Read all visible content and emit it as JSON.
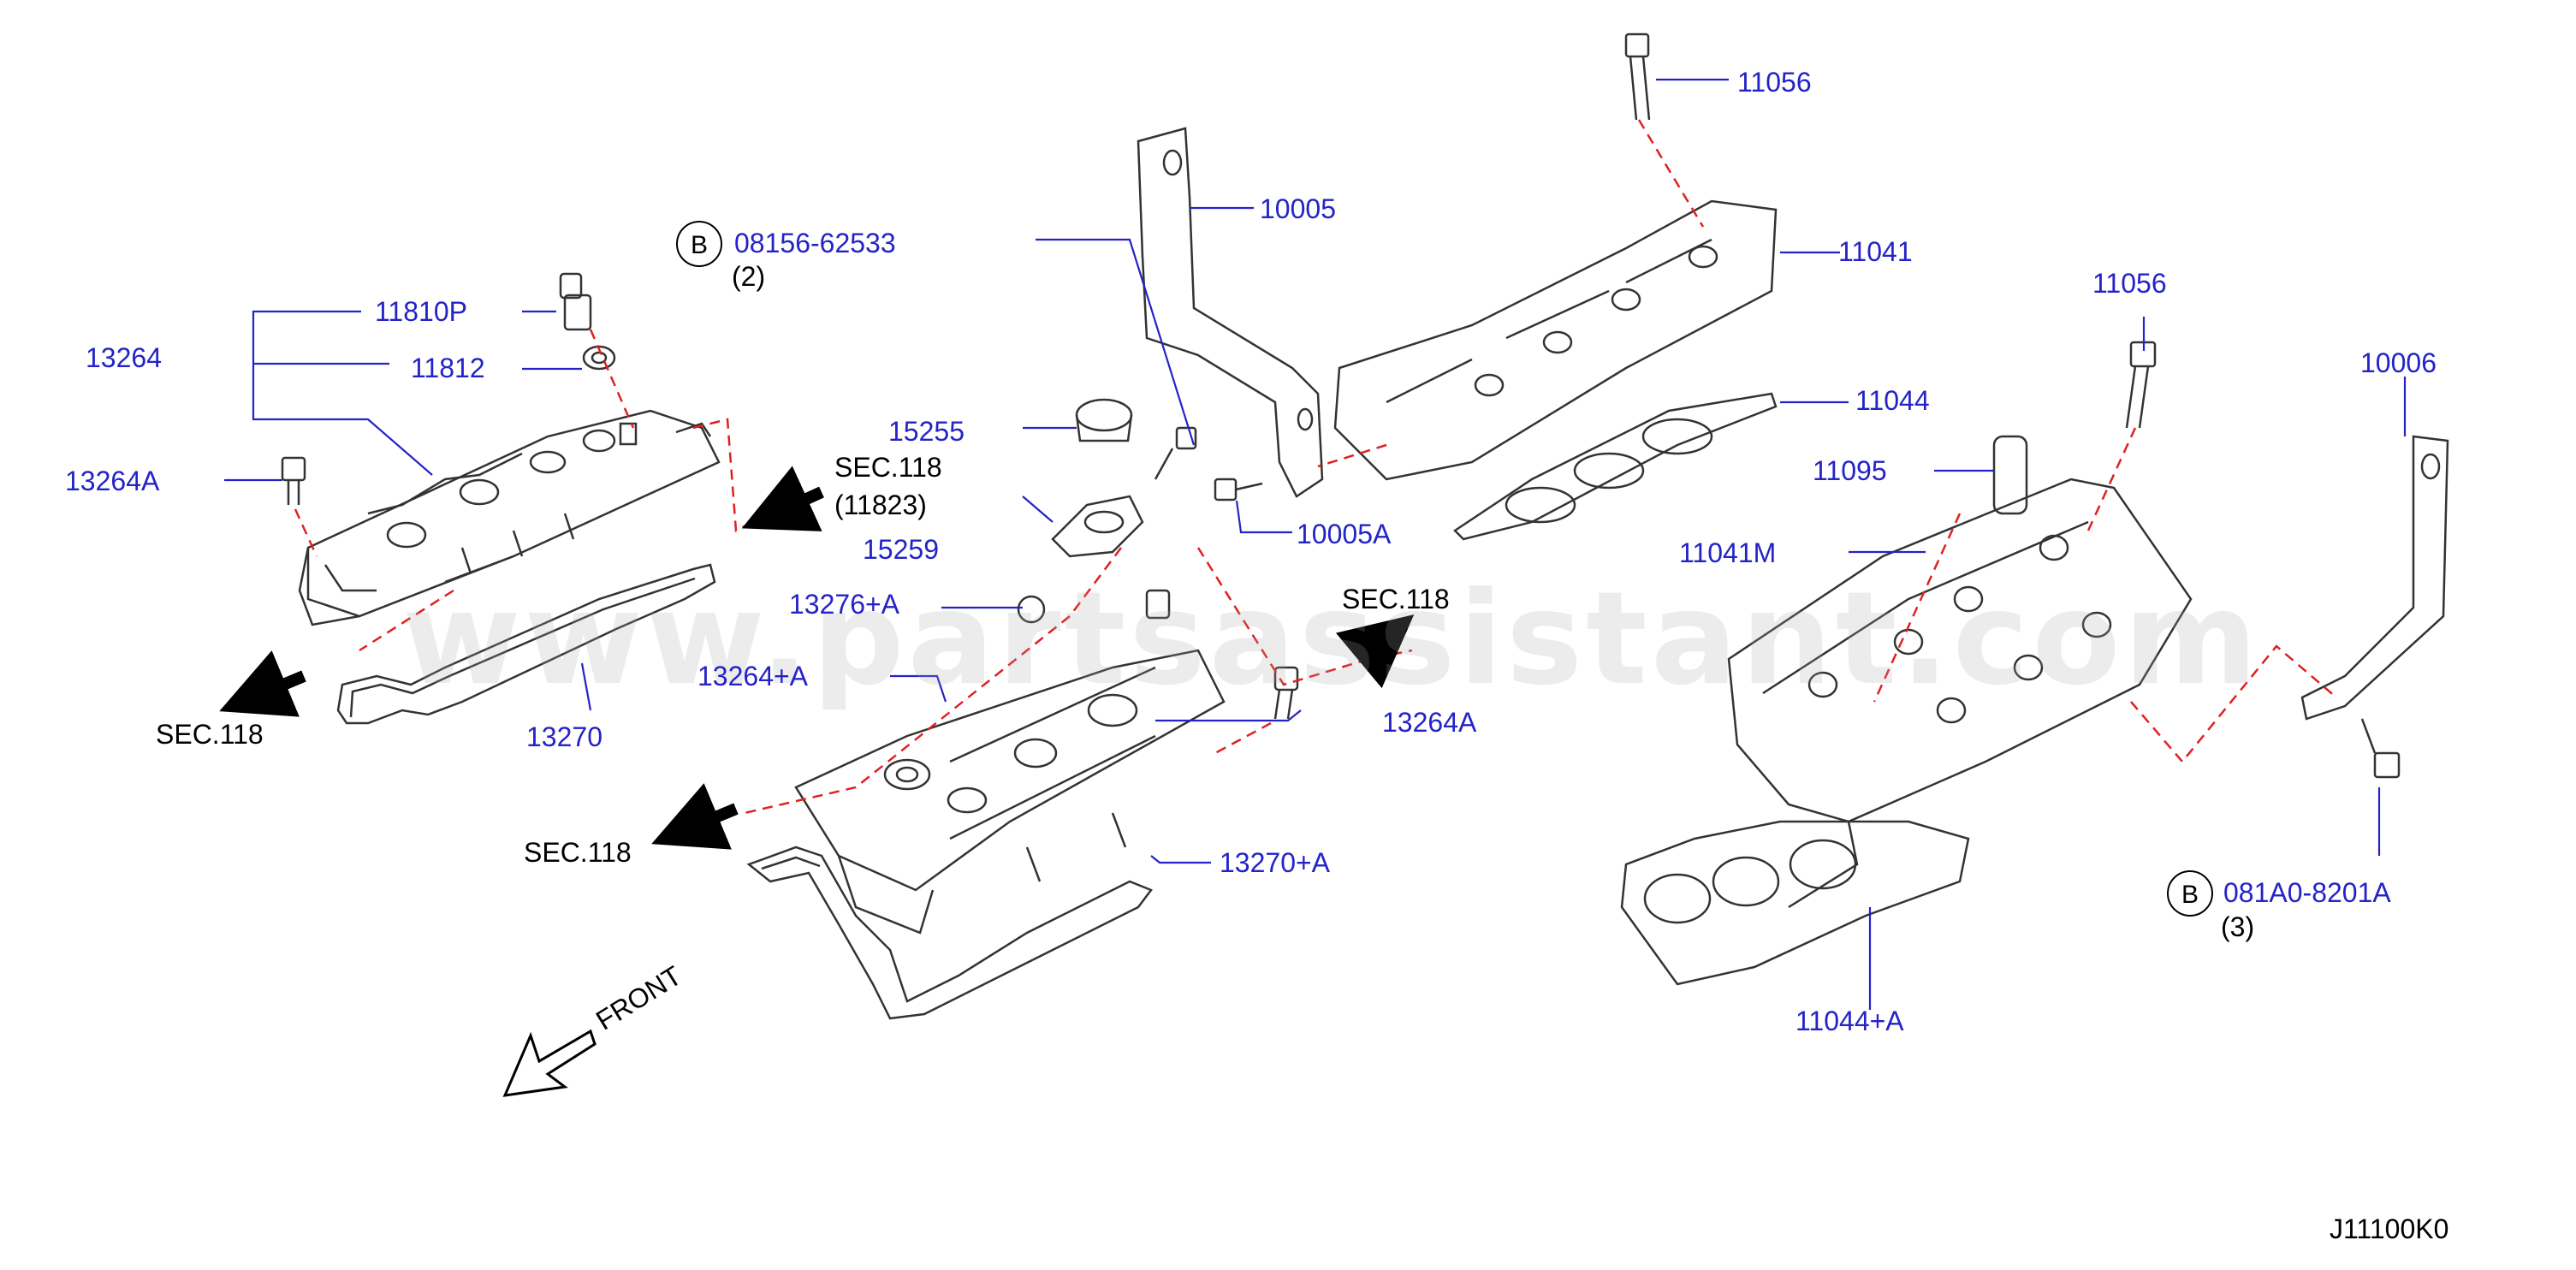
{
  "watermark": "www.partsassistant.com",
  "diagram_code": "J11100K0",
  "front_label": "FRONT",
  "callouts": {
    "c11810P": "11810P",
    "c11812": "11812",
    "c13264": "13264",
    "c13264A_left": "13264A",
    "c13270": "13270",
    "c13276A": "13276+A",
    "c13264plusA": "13264+A",
    "c13264A_right": "13264A",
    "c13270plusA": "13270+A",
    "c15255": "15255",
    "c15259": "15259",
    "c10005": "10005",
    "c10005A": "10005A",
    "c08156": "08156-62533",
    "c08156_qty": "(2)",
    "c11056_top": "11056",
    "c11041": "11041",
    "c11044": "11044",
    "c11095": "11095",
    "c11041M": "11041M",
    "c11056_mid": "11056",
    "c10006": "10006",
    "c081A0": "081A0-8201A",
    "c081A0_qty": "(3)",
    "c11044A": "11044+A"
  },
  "sections": {
    "sec_left_bottom": "SEC.118",
    "sec_mid_top": "SEC.118",
    "sec_mid_top_sub": "(11823)",
    "sec_mid_right": "SEC.118",
    "sec_mid_bottom": "SEC.118"
  },
  "badges": {
    "b1": "B",
    "b2": "B"
  },
  "colors": {
    "callout_text": "#2323c8",
    "leader_line": "#2323c8",
    "dashed_line": "#e02020",
    "drawing": "#333333"
  }
}
